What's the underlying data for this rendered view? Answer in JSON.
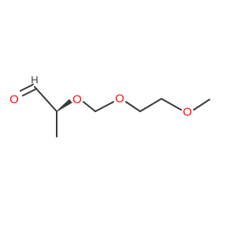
{
  "molecule": {
    "atoms": {
      "carbonyl_o": {
        "symbol": "O",
        "color": "#ff0d0d"
      },
      "aldehyde_h": {
        "symbol": "H",
        "color": "#3a3a3a"
      },
      "ether_o1": {
        "symbol": "O",
        "color": "#ff0d0d"
      },
      "ether_o2": {
        "symbol": "O",
        "color": "#ff0d0d"
      },
      "ether_o3": {
        "symbol": "O",
        "color": "#ff0d0d"
      }
    },
    "bond_color": "#3a3a3a"
  }
}
